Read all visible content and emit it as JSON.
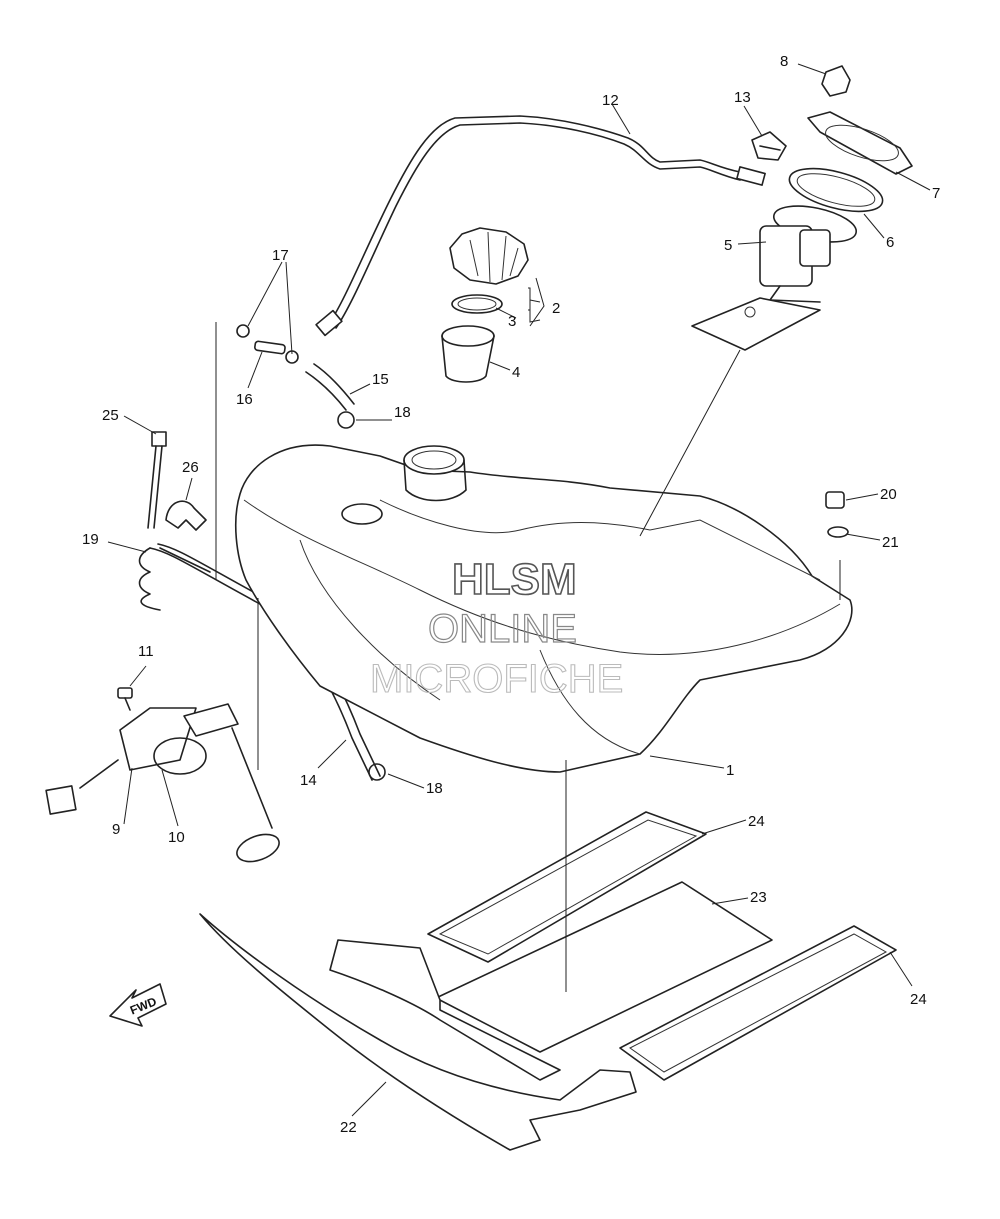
{
  "watermark": {
    "line1": "HLSM",
    "line2": "ONLINE",
    "line3": "MICROFICHE"
  },
  "direction_label": "FWD",
  "callouts": [
    {
      "id": "c1",
      "label": "1"
    },
    {
      "id": "c2",
      "label": "2"
    },
    {
      "id": "c3",
      "label": "3"
    },
    {
      "id": "c4",
      "label": "4"
    },
    {
      "id": "c5",
      "label": "5"
    },
    {
      "id": "c6",
      "label": "6"
    },
    {
      "id": "c7",
      "label": "7"
    },
    {
      "id": "c8",
      "label": "8"
    },
    {
      "id": "c9",
      "label": "9"
    },
    {
      "id": "c10",
      "label": "10"
    },
    {
      "id": "c11",
      "label": "11"
    },
    {
      "id": "c12",
      "label": "12"
    },
    {
      "id": "c13",
      "label": "13"
    },
    {
      "id": "c14",
      "label": "14"
    },
    {
      "id": "c15",
      "label": "15"
    },
    {
      "id": "c16",
      "label": "16"
    },
    {
      "id": "c17",
      "label": "17"
    },
    {
      "id": "c18a",
      "label": "18"
    },
    {
      "id": "c18b",
      "label": "18"
    },
    {
      "id": "c19",
      "label": "19"
    },
    {
      "id": "c20",
      "label": "20"
    },
    {
      "id": "c21",
      "label": "21"
    },
    {
      "id": "c22",
      "label": "22"
    },
    {
      "id": "c23",
      "label": "23"
    },
    {
      "id": "c24a",
      "label": "24"
    },
    {
      "id": "c24b",
      "label": "24"
    },
    {
      "id": "c25",
      "label": "25"
    },
    {
      "id": "c26",
      "label": "26"
    }
  ]
}
